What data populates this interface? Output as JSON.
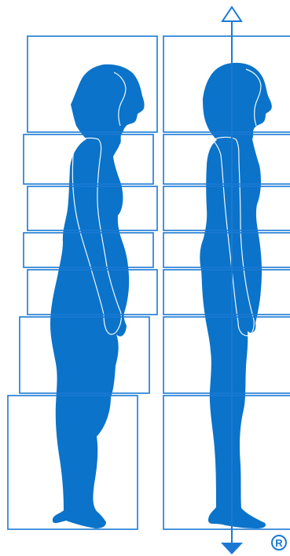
{
  "colors": {
    "figure": "#0b73c9",
    "line": "#1b79d4",
    "background": "#ffffff",
    "highlight": "#ffffff"
  },
  "figures": [
    {
      "name": "misaligned-posture-figure",
      "segments": 7
    },
    {
      "name": "aligned-posture-figure",
      "segments": 7
    }
  ],
  "icons": [
    "plumb-line-top-arrow-icon",
    "plumb-line-bottom-arrow-icon",
    "registered-mark-icon"
  ],
  "registered_mark": "R"
}
